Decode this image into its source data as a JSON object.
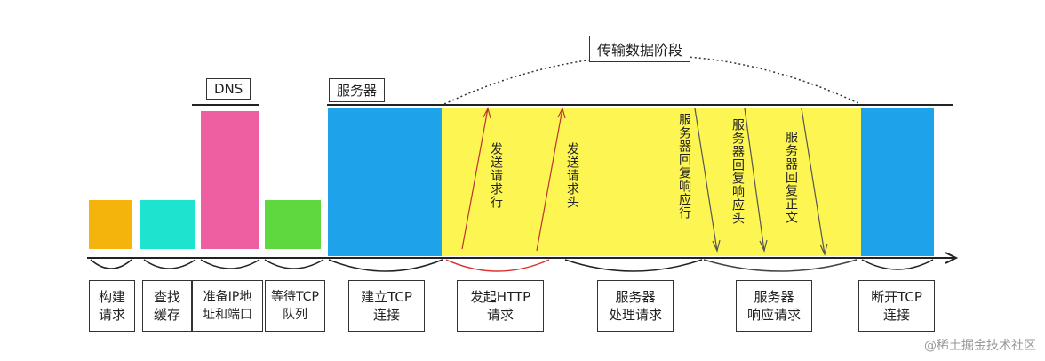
{
  "phase_title": "传输数据阶段",
  "dns_label": "DNS",
  "server_label": "服务器",
  "vertical_notes": [
    "发送请求行",
    "发送请求头",
    "服务器回复响应行",
    "服务器回复响应头",
    "服务器回复正文"
  ],
  "stages": [
    {
      "label": "构建\n请求",
      "color": "#f5b40c"
    },
    {
      "label": "查找\n缓存",
      "color": "#1de3cf"
    },
    {
      "label": "准备IP地\n址和端口",
      "color": "#ee5fa1"
    },
    {
      "label": "等待TCP\n队列",
      "color": "#5fd83f"
    },
    {
      "label": "建立TCP\n连接",
      "color": "#1ea2ea"
    },
    {
      "label": "发起HTTP\n请求",
      "color": "#fdf551"
    },
    {
      "label": "服务器\n处理请求",
      "color": "#fdf551"
    },
    {
      "label": "服务器\n响应请求",
      "color": "#fdf551"
    },
    {
      "label": "断开TCP\n连接",
      "color": "#1ea2ea"
    }
  ],
  "watermark": "@稀土掘金技术社区"
}
